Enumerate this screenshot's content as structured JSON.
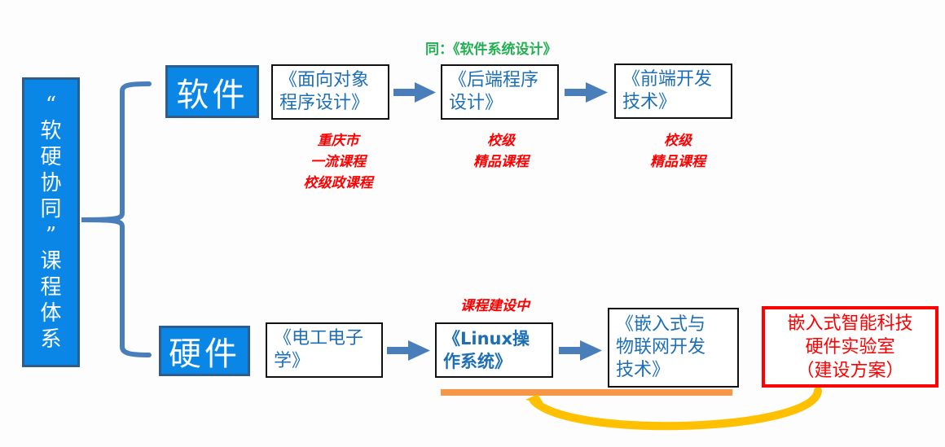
{
  "root": {
    "title_chars": [
      "“",
      "软",
      "硬",
      "协",
      "同",
      "”",
      "课",
      "程",
      "体",
      "系"
    ]
  },
  "categories": {
    "software": "软件",
    "hardware": "硬件"
  },
  "software_track": {
    "courses": [
      {
        "line1": "《面向对象",
        "line2": "程序设计》"
      },
      {
        "line1": "《后端程序",
        "line2": "设计》"
      },
      {
        "line1": "《前端开发",
        "line2": "技术》"
      }
    ],
    "notes": [
      [
        "重庆市",
        "一流课程",
        "校级政课程"
      ],
      [
        "校级",
        "精品课程"
      ],
      [
        "校级",
        "精品课程"
      ]
    ],
    "same_as_note": "同：《软件系统设计》"
  },
  "hardware_track": {
    "courses": [
      {
        "line1": "《电工电子",
        "line2": "学》"
      },
      {
        "line1": "《Linux操",
        "line2": "作系统》"
      },
      {
        "line1": "《嵌入式与",
        "line2": "物联网开发",
        "line3": "技术》"
      }
    ],
    "linux_note": "课程建设中"
  },
  "lab": {
    "line1": "嵌入式智能科技",
    "line2": "硬件实验室",
    "line3": "（建设方案）"
  },
  "colors": {
    "category_fill": "#0a86e6",
    "category_border": "#2d5d8f",
    "course_text": "#1d6fb5",
    "arrow": "#4a7ebb",
    "note_red": "#ff0000",
    "note_green": "#20b050",
    "orange_bar": "#f79646",
    "curve_yellow": "#ffc000"
  }
}
